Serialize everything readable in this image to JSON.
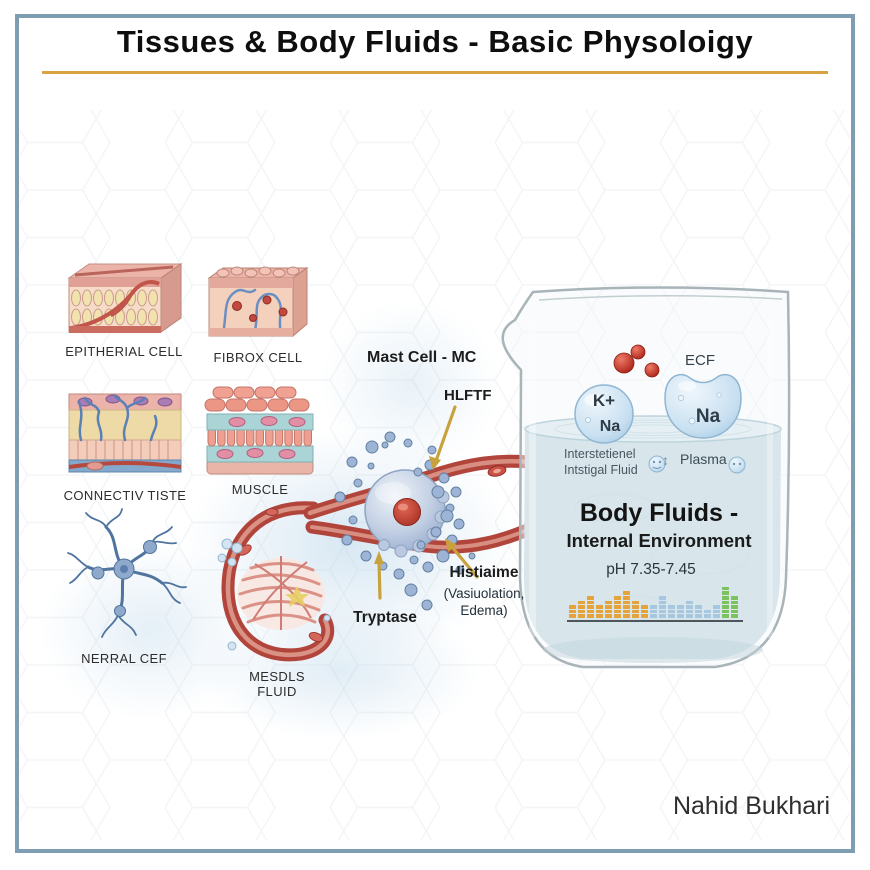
{
  "title": "Tissues & Body Fluids - Basic Physoloigy",
  "signature": "Nahid Bukhari",
  "palette": {
    "frame_blue": "#7E9CB2",
    "title_rule_gold": "#D8A244",
    "arrow_gold": "#C8A23C",
    "vessel_red": "#B2453B",
    "water_blue": "#D8E6EC",
    "granule_blue": "#9DB4D6"
  },
  "tissues": {
    "items": [
      {
        "label": "EPITHERIAL CELL"
      },
      {
        "label": "FIBROX CELL"
      },
      {
        "label": "CONNECTIV TISTE"
      },
      {
        "label": "MUSCLE"
      },
      {
        "label": "NERRAL CEF"
      },
      {
        "label": "MESDLS FLUID"
      }
    ]
  },
  "mast_cell": {
    "title": "Mast Cell - MC",
    "hlftf_label": "HLFTF",
    "tryptase_label": "Tryptase",
    "histamine_label": "Histiaime",
    "histamine_sub": "(Vasiuolation, Edema)"
  },
  "beaker": {
    "ecf_label": "ECF",
    "bubble1_line1": "K+",
    "bubble1_line2": "Na",
    "bubble2_label": "Na",
    "fluid_line1": "Interstetienel",
    "fluid_line2": "Intstigal Fluid",
    "exchange_glyph": "↕",
    "plasma_label": "Plasma",
    "heading_line1": "Body Fluids -",
    "heading_line2": "Internal Environment",
    "ph_label": "pH 7.35-7.45",
    "equalizer": {
      "values": [
        3,
        4,
        5,
        3,
        4,
        5,
        6,
        4,
        3,
        3,
        5,
        3,
        3,
        4,
        3,
        2,
        3,
        7,
        5
      ],
      "groups": [
        "orange",
        "orange",
        "orange",
        "orange",
        "orange",
        "orange",
        "orange",
        "orange",
        "orange",
        "blue",
        "blue",
        "blue",
        "blue",
        "blue",
        "blue",
        "blue",
        "blue",
        "green",
        "green"
      ],
      "palette": {
        "orange": "#E5A43B",
        "blue": "#A6C7DF",
        "green": "#7CC25F"
      }
    }
  },
  "chart_data": {
    "type": "bar",
    "title": "pH 7.35-7.45",
    "values": [
      3,
      4,
      5,
      3,
      4,
      5,
      6,
      4,
      3,
      3,
      5,
      3,
      3,
      4,
      3,
      2,
      3,
      7,
      5
    ],
    "series_note": "decorative equalizer bars inside beaker (orange x9, blue x8, green x2)"
  }
}
